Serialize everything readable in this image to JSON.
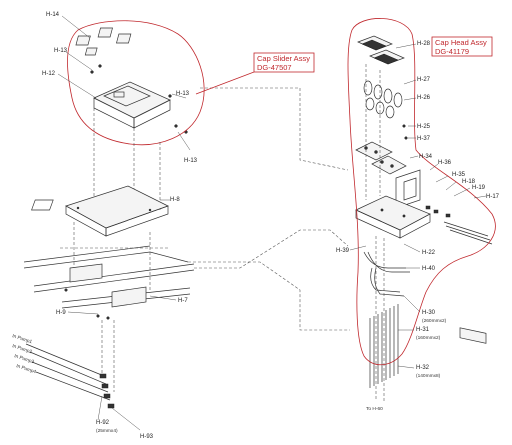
{
  "callouts": {
    "slider": {
      "line1": "Cap Slider Assy",
      "line2": "DG-47507"
    },
    "head": {
      "line1": "Cap Head Assy",
      "line2": "DG-41179"
    }
  },
  "labels": {
    "h14": "H-14",
    "h13a": "H-13",
    "h12": "H-12",
    "h13b": "H-13",
    "h13c": "H-13",
    "h8": "H-8",
    "h7": "H-7",
    "h9": "H-9",
    "h28": "H-28",
    "h27": "H-27",
    "h26": "H-26",
    "h25": "H-25",
    "h37": "H-37",
    "h34": "H-34",
    "h36": "H-36",
    "h35": "H-35",
    "h18": "H-18",
    "h19": "H-19",
    "h17": "H-17",
    "h39": "H-39",
    "h22": "H-22",
    "h40": "H-40",
    "h30": "H-30",
    "h30_len": "(260mmx2)",
    "h31": "H-31",
    "h31_len": "(160mmx2)",
    "h32": "H-32",
    "h32_len": "(140mmx8)",
    "h92": "H-92",
    "h92_len": "(25mmx4)",
    "h93": "H-93",
    "pump1": "In Pump1",
    "pump2": "In Pump2",
    "pump3": "In Pump3",
    "pump4": "In Pump4",
    "toh60": "To H-60"
  }
}
